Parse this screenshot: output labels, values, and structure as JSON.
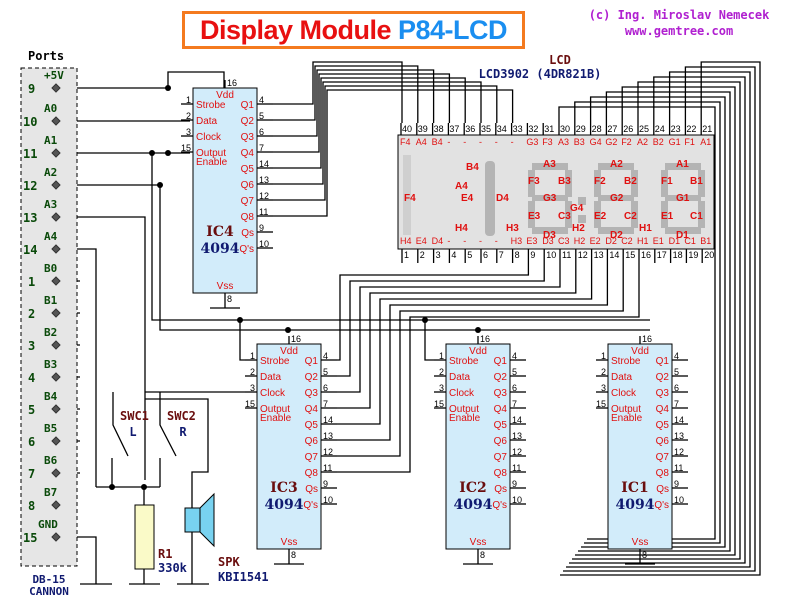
{
  "title": {
    "part1": "Display Module",
    "part2": "P84-LCD"
  },
  "credit": {
    "author": "(c) Ing. Miroslav Nemecek",
    "website": "www.gemtree.com"
  },
  "ports": {
    "heading": "Ports",
    "connector": [
      "DB-15",
      "CANNON"
    ],
    "pins": [
      {
        "name": "+5V",
        "num": "9"
      },
      {
        "name": "A0",
        "num": "10"
      },
      {
        "name": "A1",
        "num": "11"
      },
      {
        "name": "A2",
        "num": "12"
      },
      {
        "name": "A3",
        "num": "13"
      },
      {
        "name": "A4",
        "num": "14"
      },
      {
        "name": "B0",
        "num": "1"
      },
      {
        "name": "B1",
        "num": "2"
      },
      {
        "name": "B2",
        "num": "3"
      },
      {
        "name": "B3",
        "num": "4"
      },
      {
        "name": "B4",
        "num": "5"
      },
      {
        "name": "B5",
        "num": "6"
      },
      {
        "name": "B6",
        "num": "7"
      },
      {
        "name": "B7",
        "num": "8"
      },
      {
        "name": "GND",
        "num": "15"
      }
    ]
  },
  "lcd": {
    "heading": "LCD",
    "model": "LCD3902 (4DR821B)",
    "top_pin_numbers": [
      "40",
      "39",
      "38",
      "37",
      "36",
      "35",
      "34",
      "33",
      "32",
      "31",
      "30",
      "29",
      "28",
      "27",
      "26",
      "25",
      "24",
      "23",
      "22",
      "21"
    ],
    "top_segments": [
      "F4",
      "A4",
      "B4",
      "-",
      "-",
      "-",
      "-",
      "-",
      "G3",
      "F3",
      "A3",
      "B3",
      "G4",
      "G2",
      "F2",
      "A2",
      "B2",
      "G1",
      "F1",
      "A1"
    ],
    "bottom_segments": [
      "H4",
      "E4",
      "D4",
      "-",
      "-",
      "-",
      "-",
      "H3",
      "E3",
      "D3",
      "C3",
      "H2",
      "E2",
      "D2",
      "C2",
      "H1",
      "E1",
      "D1",
      "C1",
      "B1"
    ],
    "bottom_pin_numbers": [
      "1",
      "2",
      "3",
      "4",
      "5",
      "6",
      "7",
      "8",
      "9",
      "10",
      "11",
      "12",
      "13",
      "14",
      "15",
      "16",
      "17",
      "18",
      "19",
      "20"
    ],
    "segment_labels": {
      "digit4": [
        "B4",
        "A4",
        "E4",
        "F4",
        "D4",
        "H4"
      ],
      "digit3": [
        "A3",
        "F3",
        "B3",
        "G3",
        "E3",
        "C3",
        "D3",
        "H3"
      ],
      "colon": [
        "G4"
      ],
      "digit2": [
        "A2",
        "F2",
        "B2",
        "G2",
        "E2",
        "C2",
        "D2",
        "H2"
      ],
      "digit1": [
        "A1",
        "F1",
        "B1",
        "G1",
        "E1",
        "C1",
        "D1",
        "H1"
      ]
    }
  },
  "ic": {
    "pins_left": [
      {
        "num": "1",
        "name": "Strobe"
      },
      {
        "num": "2",
        "name": "Data"
      },
      {
        "num": "3",
        "name": "Clock"
      },
      {
        "num": "15",
        "name": "Output Enable"
      }
    ],
    "pins_right": [
      {
        "num": "4",
        "name": "Q1"
      },
      {
        "num": "5",
        "name": "Q2"
      },
      {
        "num": "6",
        "name": "Q3"
      },
      {
        "num": "7",
        "name": "Q4"
      },
      {
        "num": "14",
        "name": "Q5"
      },
      {
        "num": "13",
        "name": "Q6"
      },
      {
        "num": "12",
        "name": "Q7"
      },
      {
        "num": "11",
        "name": "Q8"
      },
      {
        "num": "9",
        "name": "Qs"
      },
      {
        "num": "10",
        "name": "Q's"
      }
    ],
    "vdd": {
      "num": "16",
      "name": "Vdd"
    },
    "vss": {
      "num": "8",
      "name": "Vss"
    },
    "chips": [
      {
        "ref": "IC4",
        "type": "4094"
      },
      {
        "ref": "IC3",
        "type": "4094"
      },
      {
        "ref": "IC2",
        "type": "4094"
      },
      {
        "ref": "IC1",
        "type": "4094"
      }
    ]
  },
  "switches": [
    {
      "ref": "SWC1",
      "label": "L"
    },
    {
      "ref": "SWC2",
      "label": "R"
    }
  ],
  "resistor": {
    "ref": "R1",
    "value": "330k"
  },
  "speaker": {
    "ref": "SPK",
    "part": "KBI1541"
  },
  "colors": {
    "title_border": "#f47a1f",
    "title_red": "#e81010",
    "title_blue": "#1a8ef0",
    "credit": "#b020d0",
    "ic_fill": "#d2ecfa",
    "ports_fill": "#e6e6e6",
    "lcd_fill": "#e2e2e2",
    "segment_fill": "#b4b4b4",
    "pin_label": "#e01010",
    "resistor_fill": "#fafac8",
    "speaker_fill": "#78d2f0"
  }
}
